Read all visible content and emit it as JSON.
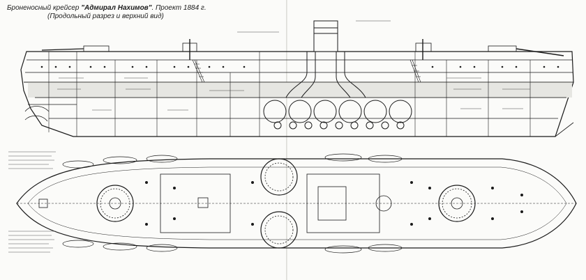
{
  "caption": {
    "prefix": "Броненосный крейсер ",
    "ship_name": "\"Адмирал Нахимов\"",
    "suffix": ". Проект 1884 г.",
    "line2": "(Продольный разрез и верхний вид)"
  },
  "colors": {
    "paper": "#fbfbf9",
    "ink": "#1a1a1a",
    "fold": "#d8d8d4"
  },
  "icons": [
    "fold-line",
    "funnel",
    "boiler",
    "barbette-turret",
    "mast",
    "lifeboat"
  ]
}
